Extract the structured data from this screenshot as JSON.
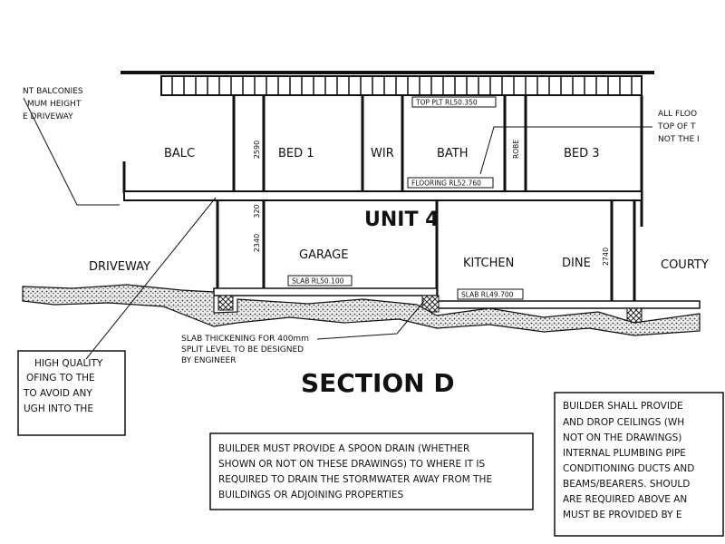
{
  "drawing": {
    "section_title": "SECTION D",
    "unit_label": "UNIT 4",
    "rooms": {
      "balc": "BALC",
      "bed1": "BED 1",
      "wir": "WIR",
      "bath": "BATH",
      "robe": "ROBE",
      "bed3": "BED 3",
      "driveway": "DRIVEWAY",
      "garage": "GARAGE",
      "kitchen": "KITCHEN",
      "dine": "DINE",
      "court": "COURTY"
    },
    "levels": {
      "top_plt": "TOP PLT RL50.350",
      "flooring": "FLOORING RL52.760",
      "slab_garage": "SLAB RL50.100",
      "slab_kitchen": "SLAB RL49.700"
    },
    "dimensions": {
      "upper_height": "2590",
      "floor_depth": "320",
      "garage_height": "2340",
      "kitchen_height": "2740"
    },
    "notes": {
      "top_left": [
        "NT BALCONIES",
        "MUM HEIGHT",
        "E DRIVEWAY"
      ],
      "top_right": [
        "ALL FLOO",
        "TOP OF T",
        "NOT THE I"
      ],
      "slab": [
        "SLAB THICKENING FOR 400mm",
        "SPLIT LEVEL TO BE DESIGNED",
        "BY ENGINEER"
      ],
      "left_box": [
        "HIGH QUALITY",
        "OFING TO THE",
        "TO AVOID ANY",
        "UGH INTO THE"
      ],
      "spoon_drain": [
        "BUILDER MUST PROVIDE A SPOON DRAIN (WHETHER",
        "SHOWN OR NOT ON THESE DRAWINGS) TO WHERE IT IS",
        "REQUIRED TO DRAIN THE STORMWATER AWAY FROM THE",
        "BUILDINGS OR ADJOINING PROPERTIES"
      ],
      "right_box": [
        "BUILDER SHALL PROVIDE",
        "AND DROP CEILINGS (WH",
        "NOT ON THE DRAWINGS)",
        "INTERNAL PLUMBING PIPE",
        "CONDITIONING DUCTS AND",
        "BEAMS/BEARERS. SHOULD",
        "ARE REQUIRED ABOVE AN",
        "MUST BE PROVIDED BY E"
      ]
    }
  }
}
